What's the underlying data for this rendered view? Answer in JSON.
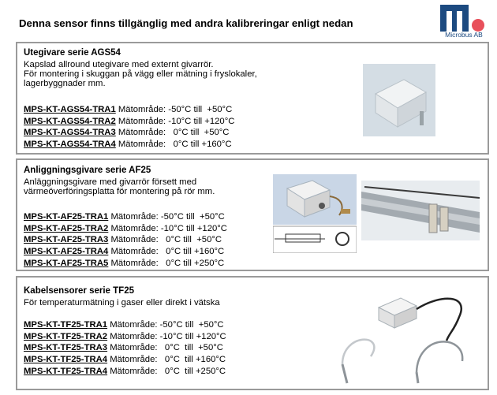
{
  "heading": "Denna sensor finns tillgänglig med andra kalibreringar enligt nedan",
  "logo": {
    "text": "Microbus AB",
    "letter": "m",
    "colors": {
      "letter": "#1c4a80",
      "dot": "#e8505b"
    }
  },
  "panels": [
    {
      "title": "Utegivare serie AGS54",
      "description": [
        "Kapslad allround utegivare med externt givarrör.",
        "För montering i skuggan på vägg eller mätning i fryslokaler,",
        "lagerbyggnader mm."
      ],
      "specs": [
        {
          "code": "MPS-KT-AGS54-TRA1",
          "range": " Mätområde: -50°C till  +50°C"
        },
        {
          "code": "MPS-KT-AGS54-TRA2",
          "range": " Mätområde: -10°C till +120°C"
        },
        {
          "code": "MPS-KT-AGS54-TRA3",
          "range": " Mätområde:   0°C till  +50°C"
        },
        {
          "code": "MPS-KT-AGS54-TRA4",
          "range": " Mätområde:   0°C till +160°C"
        }
      ]
    },
    {
      "title": "Anliggningsgivare serie AF25",
      "description": [
        "Anläggningsgivare med givarrör försett med",
        "värmeöverföringsplatta för montering på rör mm."
      ],
      "specs": [
        {
          "code": "MPS-KT-AF25-TRA1",
          "range": " Mätområde: -50°C till  +50°C"
        },
        {
          "code": "MPS-KT-AF25-TRA2",
          "range": " Mätområde: -10°C till +120°C"
        },
        {
          "code": "MPS-KT-AF25-TRA3",
          "range": " Mätområde:   0°C till  +50°C"
        },
        {
          "code": "MPS-KT-AF25-TRA4",
          "range": " Mätområde:   0°C till +160°C"
        },
        {
          "code": "MPS-KT-AF25-TRA5",
          "range": " Mätområde:   0°C till +250°C"
        }
      ]
    },
    {
      "title": "Kabelsensorer serie TF25",
      "description": [
        "För temperaturmätning i gaser eller direkt i vätska"
      ],
      "specs": [
        {
          "code": "MPS-KT-TF25-TRA1",
          "range": " Mätområde: -50°C till  +50°C"
        },
        {
          "code": "MPS-KT-TF25-TRA2",
          "range": " Mätområde: -10°C till +120°C"
        },
        {
          "code": "MPS-KT-TF25-TRA3",
          "range": " Mätområde:   0°C  till  +50°C"
        },
        {
          "code": "MPS-KT-TF25-TRA4",
          "range": " Mätområde:   0°C  till +160°C"
        },
        {
          "code": "MPS-KT-TF25-TRA4",
          "range": " Mätområde:   0°C  till +250°C"
        }
      ]
    }
  ],
  "icons": {
    "panel1": "outdoor-sensor-box-photo",
    "panel2": [
      "contact-sensor-box-photo",
      "pipe-mounted-sensor-photo"
    ],
    "panel3": [
      "cable-sensor-box-photo",
      "cable-probe-photo"
    ]
  }
}
